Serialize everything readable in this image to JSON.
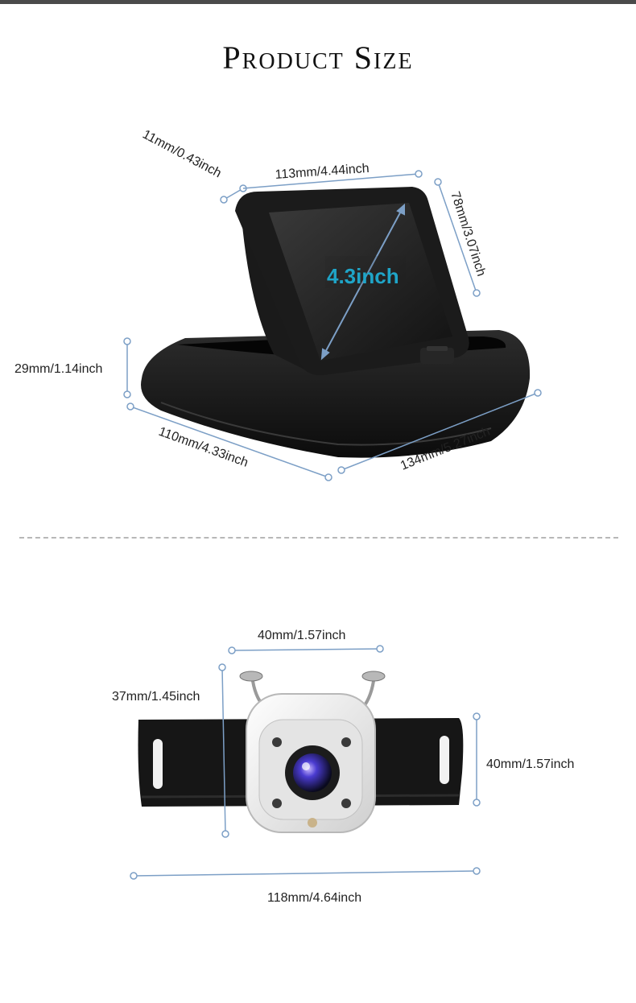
{
  "title": "Product Size",
  "colors": {
    "dimension_line": "#7c9fc6",
    "diagonal_label": "#1fa5c8",
    "device": "#161616",
    "camera_shell": "#eeeeee"
  },
  "monitor": {
    "diagonal": "4.3inch",
    "dims": {
      "depth": "11mm/0.43inch",
      "screen_width": "113mm/4.44inch",
      "screen_height": "78mm/3.07inch",
      "base_height": "29mm/1.14inch",
      "base_depth": "110mm/4.33inch",
      "base_width": "134mm/5.27inch"
    }
  },
  "camera": {
    "dims": {
      "width": "40mm/1.57inch",
      "height": "37mm/1.45inch",
      "bracket_height": "40mm/1.57inch",
      "bracket_width": "118mm/4.64inch"
    }
  }
}
